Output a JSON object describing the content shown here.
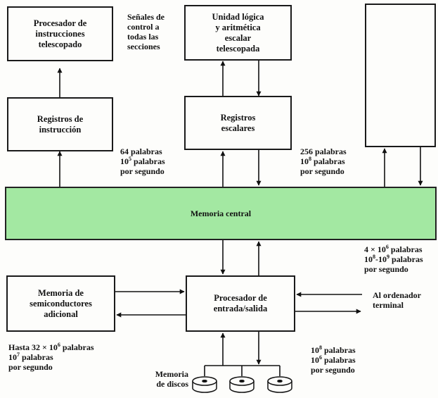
{
  "boxes": {
    "instr_proc": [
      "Procesador de",
      "instrucciones",
      "telescopado"
    ],
    "alu": [
      "Unidad lógica",
      "y aritmética",
      "escalar",
      "telescopada"
    ],
    "instr_reg": [
      "Registros de",
      "instrucción"
    ],
    "scalar_reg": [
      "Registros",
      "escalares"
    ],
    "central_mem": "Memoria central",
    "semi_mem": [
      "Memoria de",
      "semiconductores",
      "adicional"
    ],
    "io_proc": [
      "Procesador de",
      "entrada/salida"
    ]
  },
  "labels": {
    "control": [
      "Señales de",
      "control a",
      "todas las",
      "secciones"
    ],
    "instr_rate": {
      "l1": "64 palabras",
      "l2_base": "10",
      "l2_exp": "5",
      "l2_rest": " palabras",
      "l3": "por segundo"
    },
    "scalar_rate": {
      "l1": "256 palabras",
      "l2_base": "10",
      "l2_exp": "8",
      "l2_rest": " palabras",
      "l3": "por segundo"
    },
    "central_rate": {
      "l1_pre": "4 × 10",
      "l1_exp": "6",
      "l1_post": " palabras",
      "l2_a": "10",
      "l2_exp1": "8",
      "l2_mid": "-10",
      "l2_exp2": "9",
      "l2_post": " palabras",
      "l3": "por segundo"
    },
    "terminal": [
      "Al ordenador",
      "terminal"
    ],
    "semi_rate": {
      "l1_pre": "Hasta 32 × 10",
      "l1_exp": "6",
      "l1_post": " palabras",
      "l2_base": "10",
      "l2_exp": "7",
      "l2_rest": " palabras",
      "l3": "por segundo"
    },
    "disk_rate": {
      "l1_base": "10",
      "l1_exp": "8",
      "l1_rest": " palabras",
      "l2_base": "10",
      "l2_exp": "6",
      "l2_rest": " palabras",
      "l3": "por segundo"
    },
    "disks": [
      "Memoria",
      "de discos"
    ]
  }
}
